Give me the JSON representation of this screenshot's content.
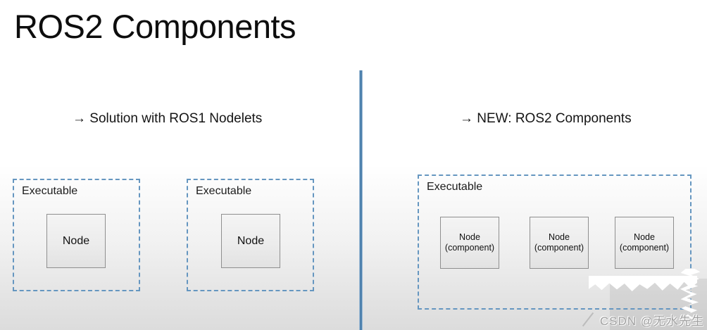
{
  "slide": {
    "title": "ROS2 Components",
    "watermark": "CSDN @无水先生"
  },
  "left_section": {
    "heading": "→ Solution with ROS1 Nodelets",
    "executables": [
      {
        "label": "Executable",
        "node": "Node"
      },
      {
        "label": "Executable",
        "node": "Node"
      }
    ]
  },
  "right_section": {
    "heading": "→ NEW: ROS2 Components",
    "executable": {
      "label": "Executable",
      "nodes": [
        {
          "line1": "Node",
          "line2": "(component)"
        },
        {
          "line1": "Node",
          "line2": "(component)"
        },
        {
          "line1": "Node",
          "line2": "(component)"
        }
      ]
    }
  },
  "colors": {
    "dashed_border": "#6596c0",
    "divider_line": "#4f82ae",
    "node_border": "#8f8f8f",
    "node_fill": "#ececec",
    "corner_overlay": "#d2d2d2",
    "watermark_text": "#a0a0a0",
    "title_text": "#0d0d0d"
  }
}
